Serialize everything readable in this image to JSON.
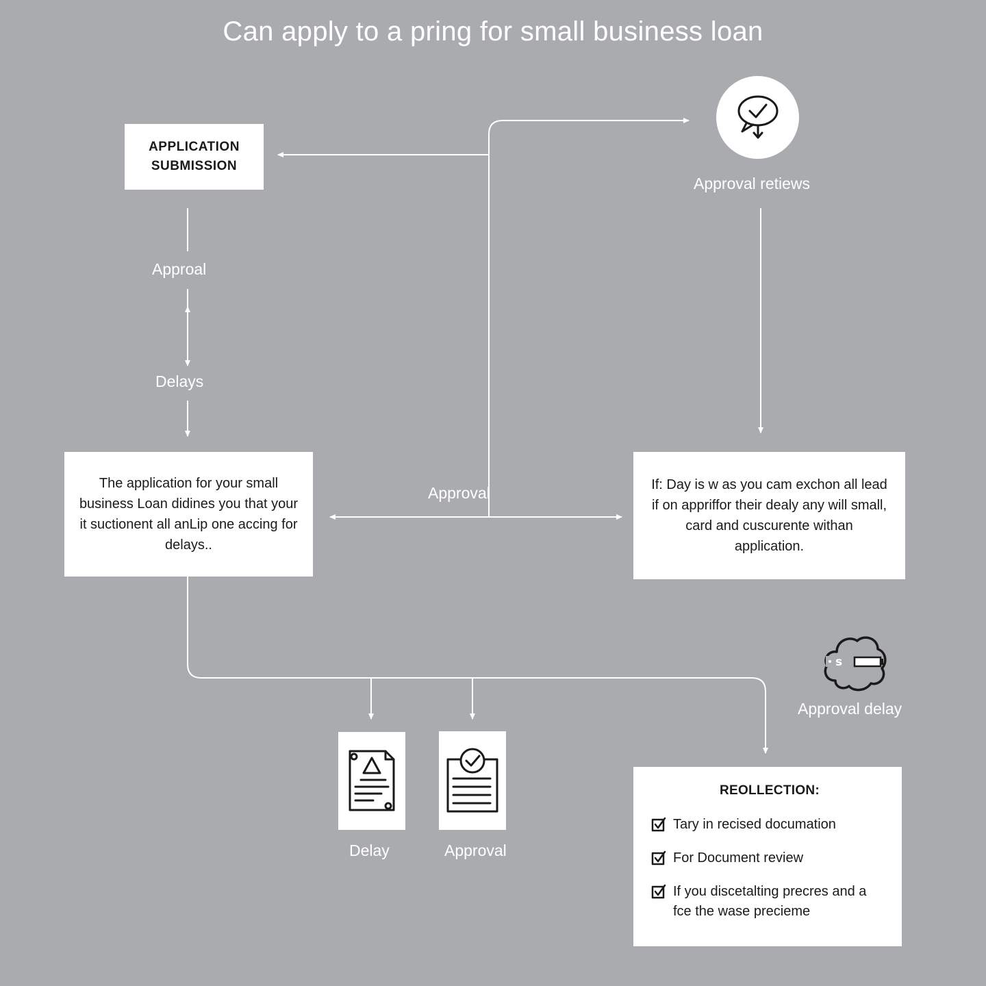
{
  "title": "Can apply to a pring for small business loan",
  "nodes": {
    "submission": {
      "line1": "APPLICATION",
      "line2": "SUBMISSION"
    },
    "left_text": "The application for your small business Loan didines you that your it suctionent all anLip one accing for delays..",
    "right_text": "If: Day is w as you cam exchon all lead if on appriffor their dealy any will small, card and cuscurente withan application.",
    "recollection": {
      "heading": "REOLLECTION:",
      "items": [
        "Tary in recised documation",
        "For Document review",
        "If you discetalting precres and a fce the wase precieme"
      ]
    }
  },
  "labels": {
    "approval_left": "Approal",
    "delays": "Delays",
    "approval_mid": "Approval",
    "approval_reviews": "Approval retiews",
    "approval_delay": "Approval delay",
    "delay_doc": "Delay",
    "approval_doc": "Approval"
  },
  "icons": {
    "review": "speech-bubble-check-icon",
    "cloud": "cloud-money-icon",
    "delay_doc": "warning-document-icon",
    "approval_doc": "checked-document-icon",
    "checkbox": "checkbox-checked-icon"
  },
  "colors": {
    "background": "#a9abaf",
    "card": "#ffffff",
    "line": "#ffffff",
    "ink": "#1a1a1a"
  }
}
